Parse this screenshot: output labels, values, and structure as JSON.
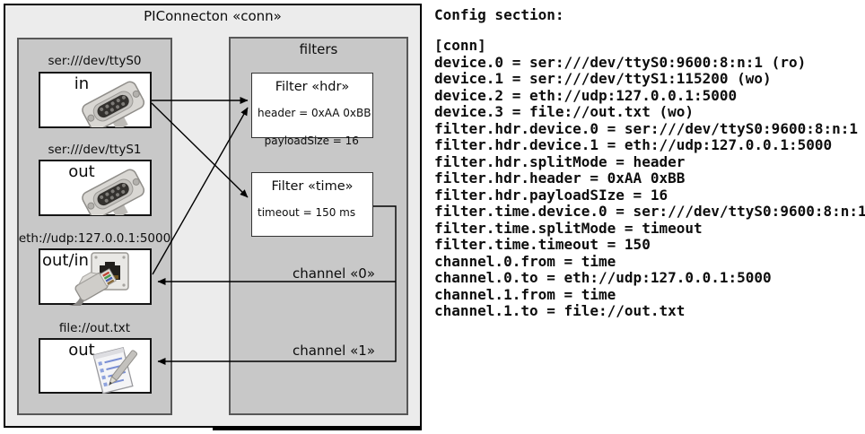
{
  "diagram": {
    "title": "PIConnecton «conn»",
    "devices_panel": {
      "devices": [
        {
          "url": "ser:///dev/ttyS0",
          "mode": "in",
          "icon": "serial-connector-icon"
        },
        {
          "url": "ser:///dev/ttyS1",
          "mode": "out",
          "icon": "serial-connector-icon"
        },
        {
          "url": "eth://udp:127.0.0.1:5000",
          "mode": "out/in",
          "icon": "ethernet-icon"
        },
        {
          "url": "file://out.txt",
          "mode": "out",
          "icon": "notepad-icon"
        }
      ]
    },
    "filters_panel": {
      "label": "filters",
      "filters": [
        {
          "title": "Filter «hdr»",
          "props": [
            "header = 0xAA 0xBB",
            "payloadSize = 16"
          ]
        },
        {
          "title": "Filter «time»",
          "props": [
            "timeout = 150 ms"
          ]
        }
      ]
    },
    "channels": [
      {
        "label": "channel «0»"
      },
      {
        "label": "channel «1»"
      }
    ]
  },
  "config": {
    "heading": "Config section:",
    "lines": [
      "[conn]",
      "device.0 = ser:///dev/ttyS0:9600:8:n:1 (ro)",
      "device.1 = ser:///dev/ttyS1:115200 (wo)",
      "device.2 = eth://udp:127.0.0.1:5000",
      "device.3 = file://out.txt (wo)",
      "filter.hdr.device.0 = ser:///dev/ttyS0:9600:8:n:1",
      "filter.hdr.device.1 = eth://udp:127.0.0.1:5000",
      "filter.hdr.splitMode = header",
      "filter.hdr.header = 0xAA 0xBB",
      "filter.hdr.payloadSIze = 16",
      "filter.time.device.0 = ser:///dev/ttyS0:9600:8:n:1",
      "filter.time.splitMode = timeout",
      "filter.time.timeout = 150",
      "channel.0.from = time",
      "channel.0.to = eth://udp:127.0.0.1:5000",
      "channel.1.from = time",
      "channel.1.to = file://out.txt"
    ]
  },
  "colors": {
    "outer_fill": "#ececec",
    "panel_fill": "#c8c8c8",
    "box_fill": "#ffffff",
    "line": "#000000"
  }
}
